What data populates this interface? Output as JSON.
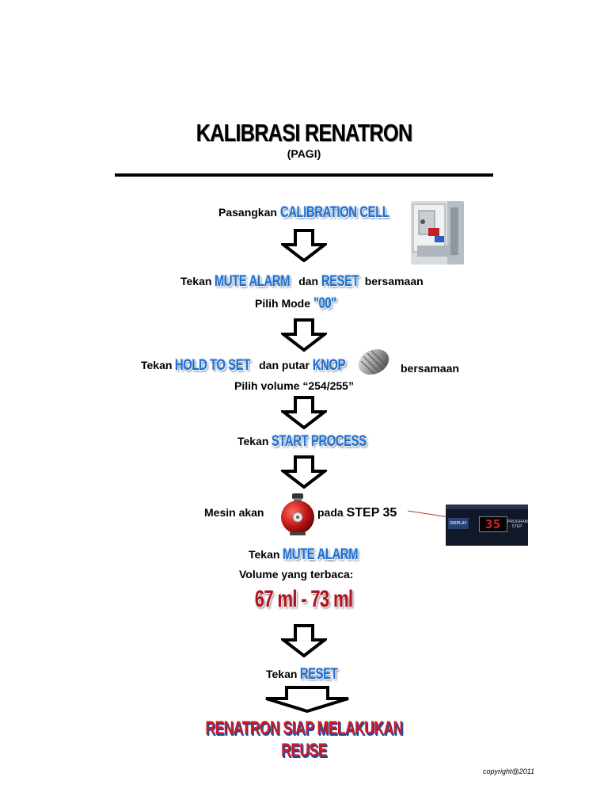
{
  "header": {
    "title": "KALIBRASI RENATRON",
    "subtitle": "(PAGI)"
  },
  "step1": {
    "text": "Pasangkan",
    "keyword": "CALIBRATION CELL",
    "image_icon": "calibration-cell-photo"
  },
  "step2": {
    "text_a": "Tekan",
    "keyword_a": "MUTE ALARM",
    "text_b": "dan",
    "keyword_b": "RESET",
    "text_c": "bersamaan",
    "mode_label": "Pilih Mode",
    "mode_value": "\"00\""
  },
  "step3": {
    "text_a": "Tekan",
    "keyword_a": "HOLD TO SET",
    "text_b": "dan putar",
    "keyword_b": "KNOP",
    "text_c": "bersamaan",
    "volume_line": "Pilih volume “254/255”",
    "image_icon": "knob-icon"
  },
  "step4": {
    "text": "Tekan",
    "keyword": "START PROCESS"
  },
  "step5": {
    "text_a": "Mesin akan",
    "text_b": "pada",
    "step_label": "STEP 35",
    "image_icon": "alarm-bell-icon",
    "display": {
      "left_label": "DISPLAY",
      "digits": "35",
      "right_label": "PROGRAM STEP"
    }
  },
  "step6": {
    "text": "Tekan",
    "keyword": "MUTE ALARM",
    "volume_label": "Volume yang terbaca:",
    "volume_range": "67 ml - 73 ml"
  },
  "step7": {
    "text": "Tekan",
    "keyword": "RESET"
  },
  "final": {
    "text": "RENATRON SIAP MELAKUKAN REUSE"
  },
  "footer": {
    "copyright": "copyright@2011"
  },
  "colors": {
    "keyword_blue": "#1e6fd0",
    "volume_red": "#b3121c",
    "final_red": "#d21a22",
    "display_red": "#e0222a"
  }
}
